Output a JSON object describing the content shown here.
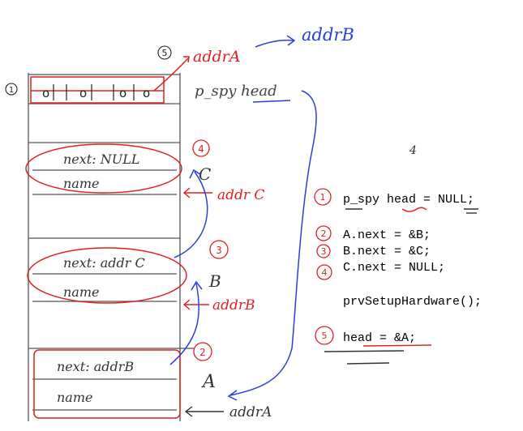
{
  "colors": {
    "ink": "#222222",
    "blue": "#2b3fd6",
    "red": "#e02020",
    "grey": "#555555"
  },
  "annotations": {
    "top_node_head": "p_spy head",
    "top_addr": "addrA",
    "top_addr_next": "addrB",
    "step_marks": [
      "1",
      "2",
      "3",
      "4",
      "5"
    ],
    "side_number": "4"
  },
  "memory": {
    "blocks": [
      {
        "field_label": "next: NULL",
        "name_label": "name",
        "node": "C",
        "arrow_label": "addr C"
      },
      {
        "field_label": "next: addr C",
        "name_label": "name",
        "node": "B",
        "arrow_label": "addrB"
      },
      {
        "field_label": "next: addrB",
        "name_label": "name",
        "node": "A",
        "arrow_label": "addrA"
      }
    ]
  },
  "code": {
    "lines": [
      "p_spy head = NULL;",
      "A.next = &B;",
      "B.next = &C;",
      "C.next = NULL;",
      "prvSetupHardware();",
      "head = &A;"
    ]
  }
}
